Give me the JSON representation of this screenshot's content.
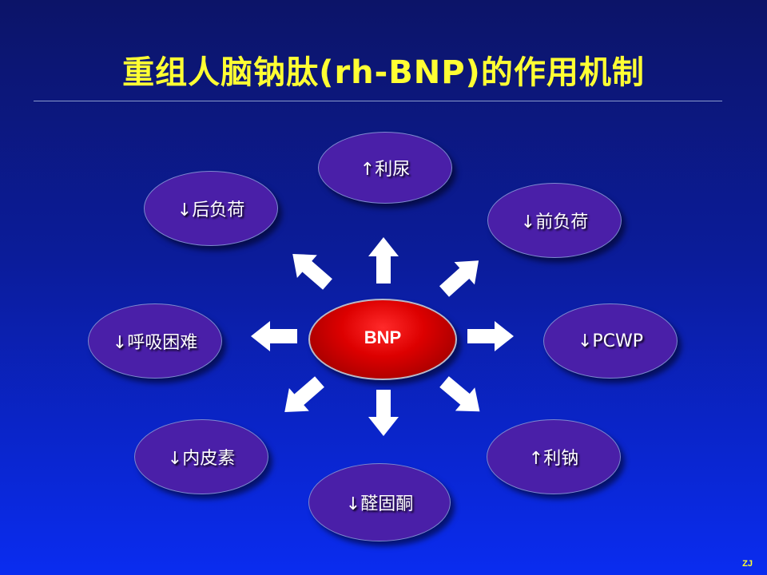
{
  "title": "重组人脑钠肽(rh-BNP)的作用机制",
  "center": "BNP",
  "nodes": {
    "diuresis": "↑利尿",
    "afterload": "↓后负荷",
    "preload": "↓前负荷",
    "dyspnea": "↓呼吸困难",
    "pcwp": "↓PCWP",
    "endothelin": "↓内皮素",
    "natriuresis": "↑利钠",
    "aldosterone": "↓醛固酮"
  },
  "footer": "ZJ"
}
